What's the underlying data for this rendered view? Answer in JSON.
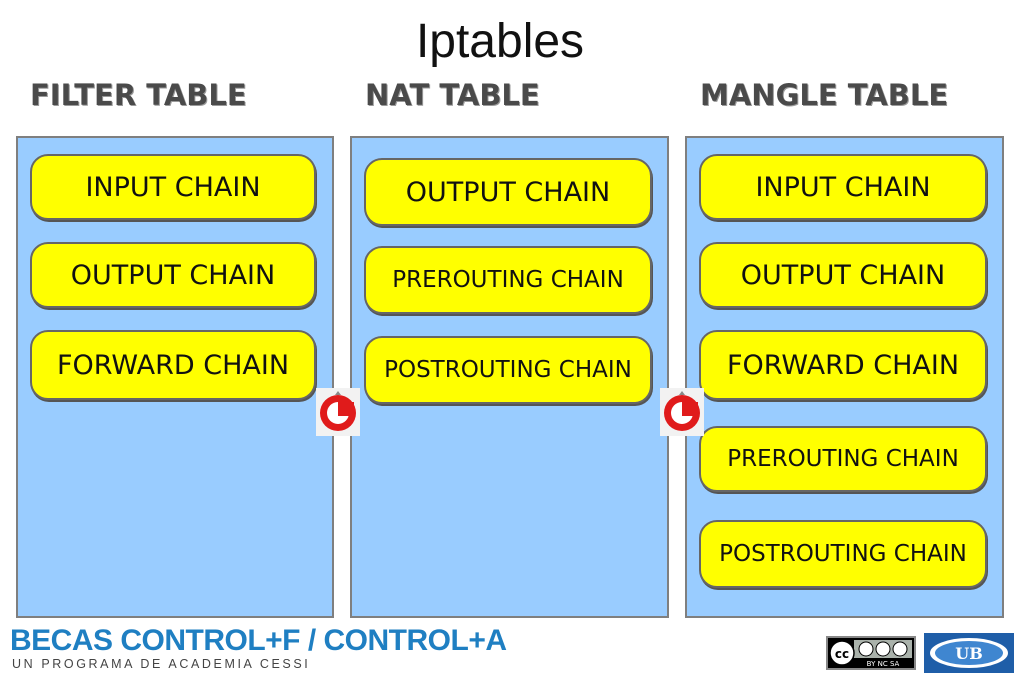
{
  "title": "Iptables",
  "tables": [
    {
      "name": "FILTER TABLE",
      "chains": [
        "INPUT CHAIN",
        "OUTPUT CHAIN",
        "FORWARD CHAIN"
      ]
    },
    {
      "name": "NAT TABLE",
      "chains": [
        "OUTPUT CHAIN",
        "PREROUTING CHAIN",
        "POSTROUTING CHAIN"
      ]
    },
    {
      "name": "MANGLE TABLE",
      "chains": [
        "INPUT CHAIN",
        "OUTPUT CHAIN",
        "FORWARD CHAIN",
        "PREROUTING CHAIN",
        "POSTROUTING CHAIN"
      ]
    }
  ],
  "footer": {
    "brand": "BECAS CONTROL+F / CONTROL+A",
    "subtitle": "UN PROGRAMA DE ACADEMIA CESSI",
    "license_badge_text": "BY NC SA",
    "logo_text": "UB"
  },
  "colors": {
    "panel": "#99ccff",
    "chain": "#ffff00",
    "brand": "#1f7fc2",
    "g_icon": "#e01b1b"
  },
  "icons": [
    "g-icon",
    "g-icon",
    "creative-commons-icon",
    "ub-logo"
  ]
}
